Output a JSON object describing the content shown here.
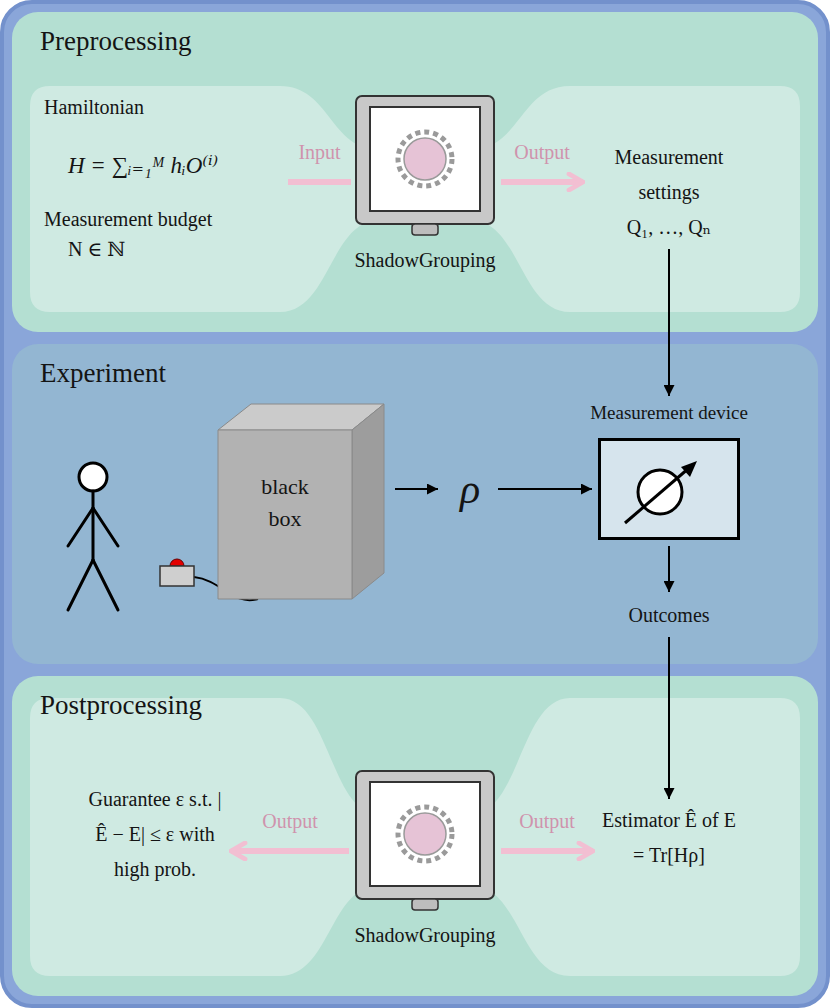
{
  "diagram": {
    "nodes": [
      {
        "text": [
          "Preprocessing"
        ]
      },
      {
        "text": [
          "Hamiltonian",
          "H = ∑ᵢ₌₁ᴹ hᵢO⁽ⁱ⁾",
          "Measurement budget",
          "N ∈ ℕ"
        ],
        "in": 0
      },
      {
        "text": [
          "ShadowGrouping"
        ],
        "in": 0
      },
      {
        "text": [
          "Measurement settings",
          "Q₁, …, Qₙ"
        ],
        "in": 0
      },
      {
        "text": [
          "Experiment"
        ]
      },
      {
        "text": [
          "black box"
        ],
        "in": 4
      },
      {
        "text": [
          "ρ"
        ],
        "in": 4
      },
      {
        "text": [
          "Measurement device"
        ],
        "in": 4
      },
      {
        "text": [
          "Outcomes"
        ],
        "in": 4
      },
      {
        "text": [
          "Postprocessing"
        ]
      },
      {
        "text": [
          "Guarantee ε s.t. |Ê − E| ≤ ε with high prob."
        ],
        "in": 9
      },
      {
        "text": [
          "ShadowGrouping"
        ],
        "in": 9
      },
      {
        "text": [
          "Estimator Ê of E = Tr[Hρ]"
        ],
        "in": 9
      }
    ],
    "edges": [
      {
        "from": 1,
        "to": 2,
        "arrow": "none",
        "label": "Input"
      },
      {
        "from": 2,
        "to": 3,
        "arrow": "to",
        "label": "Output"
      },
      {
        "from": 3,
        "to": 7,
        "arrow": "to"
      },
      {
        "from": 5,
        "to": 6,
        "arrow": "to"
      },
      {
        "from": 6,
        "to": 7,
        "arrow": "to"
      },
      {
        "from": 7,
        "to": 8,
        "arrow": "to"
      },
      {
        "from": 8,
        "to": 12,
        "arrow": "to"
      },
      {
        "from": 11,
        "to": 10,
        "arrow": "to",
        "label": "Output"
      },
      {
        "from": 11,
        "to": 12,
        "arrow": "to",
        "label": "Output"
      }
    ]
  }
}
